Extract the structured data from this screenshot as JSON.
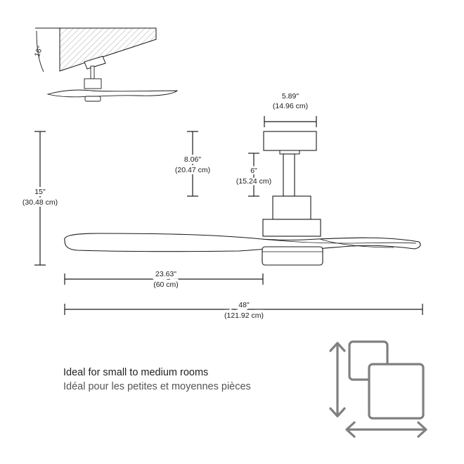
{
  "angle_label": "16°",
  "dimensions": {
    "canopy_width": {
      "imperial": "5.89\"",
      "metric": "(14.96 cm)"
    },
    "downrod": {
      "imperial": "6\"",
      "metric": "(15.24 cm)"
    },
    "motor_height": {
      "imperial": "8.06\"",
      "metric": "(20.47 cm)"
    },
    "total_height": {
      "imperial": "15\"",
      "metric": "(30.48 cm)"
    },
    "blade_radius": {
      "imperial": "23.63\"",
      "metric": "(60 cm)"
    },
    "span": {
      "imperial": "48\"",
      "metric": "(121.92 cm)"
    }
  },
  "caption": {
    "en": "Ideal for small to medium rooms",
    "fr": "Idéal pour les petites et moyennes pièces"
  },
  "colors": {
    "line": "#1a1a1a",
    "icon": "#808080",
    "hatch": "#9a9a9a"
  },
  "icons": {
    "room_size": "room-size-icon"
  }
}
